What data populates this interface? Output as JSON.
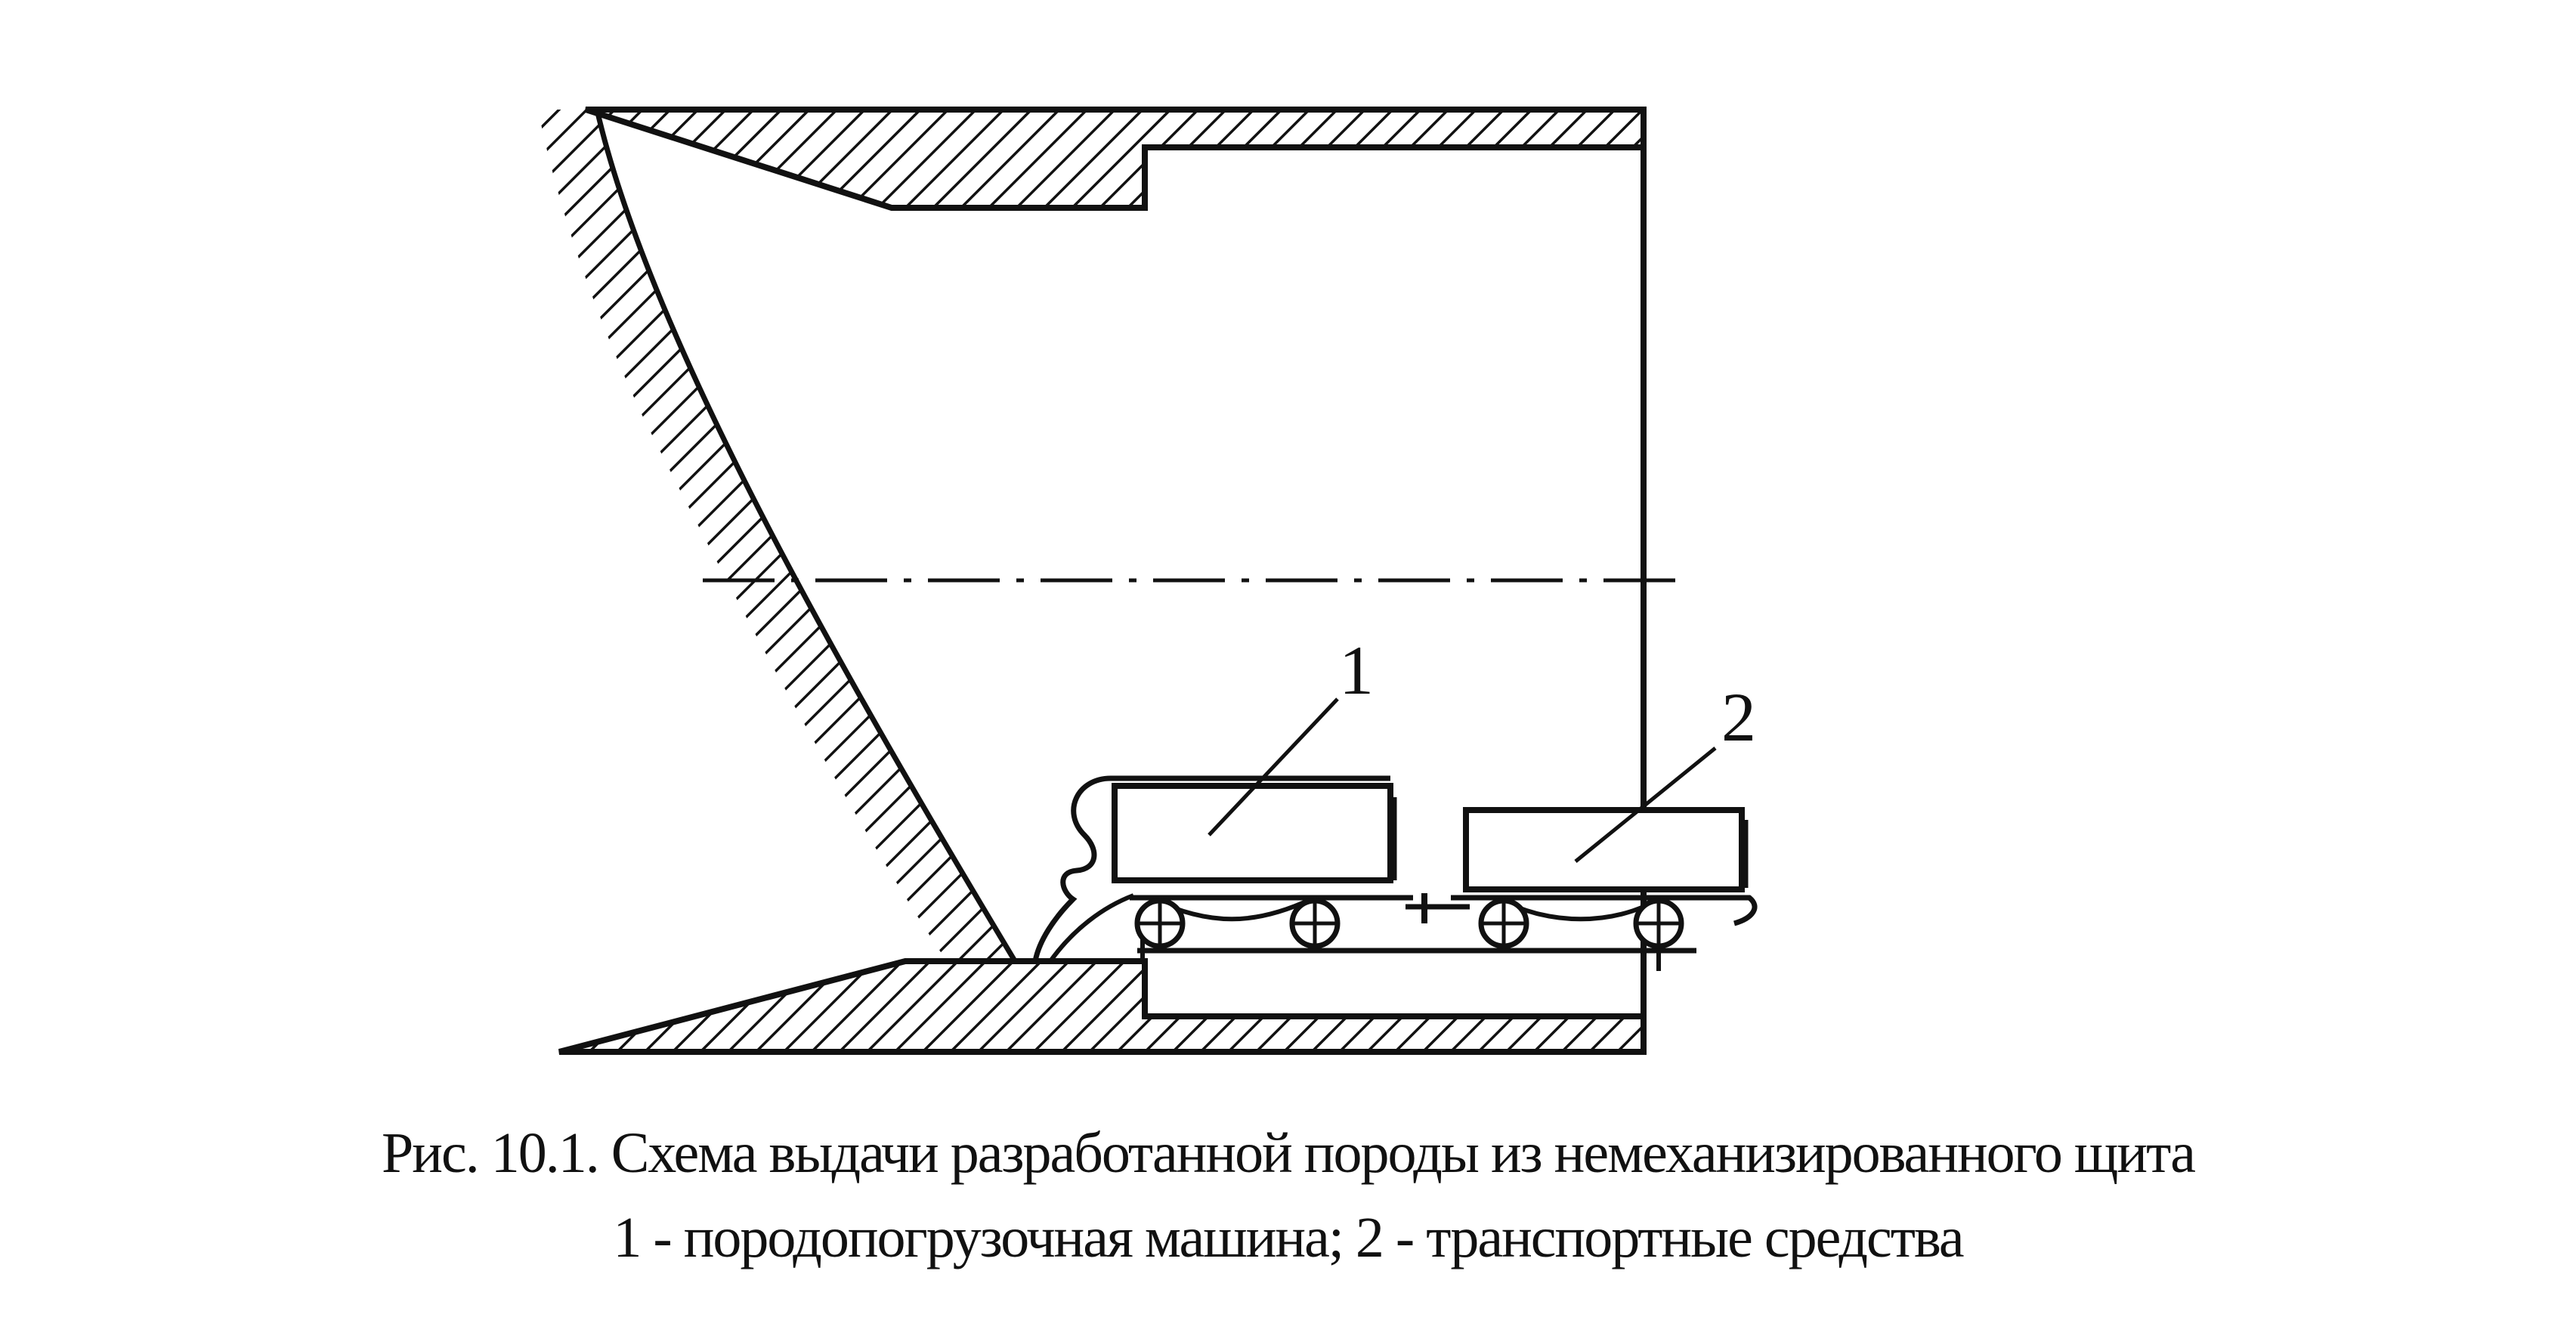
{
  "diagram": {
    "labels": {
      "loader": "1",
      "transport": "2"
    },
    "colors": {
      "ink": "#111111",
      "background": "#ffffff"
    }
  },
  "caption": {
    "title": "Рис. 10.1. Схема выдачи разработанной породы из немеханизированного щита",
    "legend": "1 - породопогрузочная машина; 2 - транспортные средства"
  }
}
